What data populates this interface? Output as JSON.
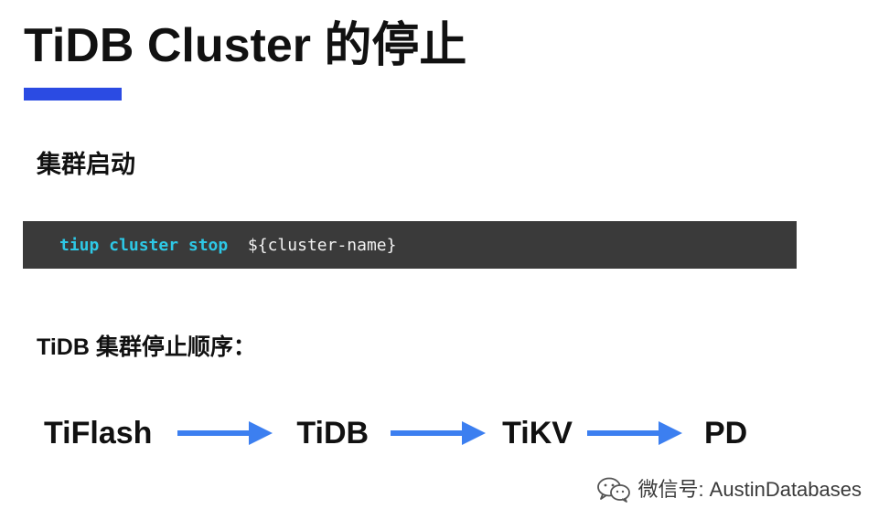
{
  "slide": {
    "title": "TiDB Cluster 的停止",
    "section_label": "集群启动",
    "order_label": "TiDB 集群停止顺序："
  },
  "code": {
    "command": "tiup cluster stop",
    "argument": "${cluster-name}"
  },
  "flow": {
    "nodes": [
      "TiFlash",
      "TiDB",
      "TiKV",
      "PD"
    ]
  },
  "watermark": {
    "text": "微信号: AustinDatabases",
    "icon": "wechat-icon"
  },
  "colors": {
    "accent": "#2b4be3",
    "arrow": "#3c7ff0",
    "code_bg": "#3a3a3a",
    "code_command": "#2ec8e6"
  }
}
